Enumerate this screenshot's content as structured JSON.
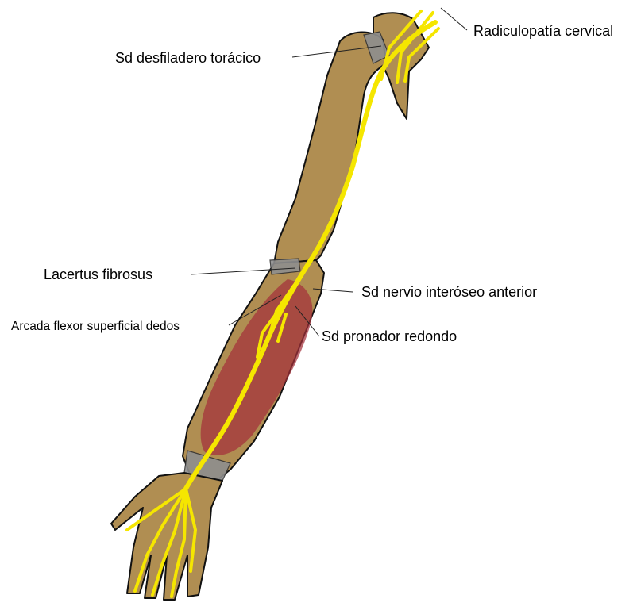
{
  "labels": {
    "radiculopatia": "Radiculopatía cervical",
    "desfiladero": "Sd desfiladero torácico",
    "lacertus": "Lacertus fibrosus",
    "interoseo": "Sd nervio interóseo anterior",
    "arcada": "Arcada flexor superficial dedos",
    "pronador": "Sd pronador redondo"
  },
  "colors": {
    "nerve": "#f5e600",
    "bone": "#b08e52",
    "muscle": "#a4303a",
    "compression_band": "#8e8e8e",
    "outline": "#111111"
  }
}
